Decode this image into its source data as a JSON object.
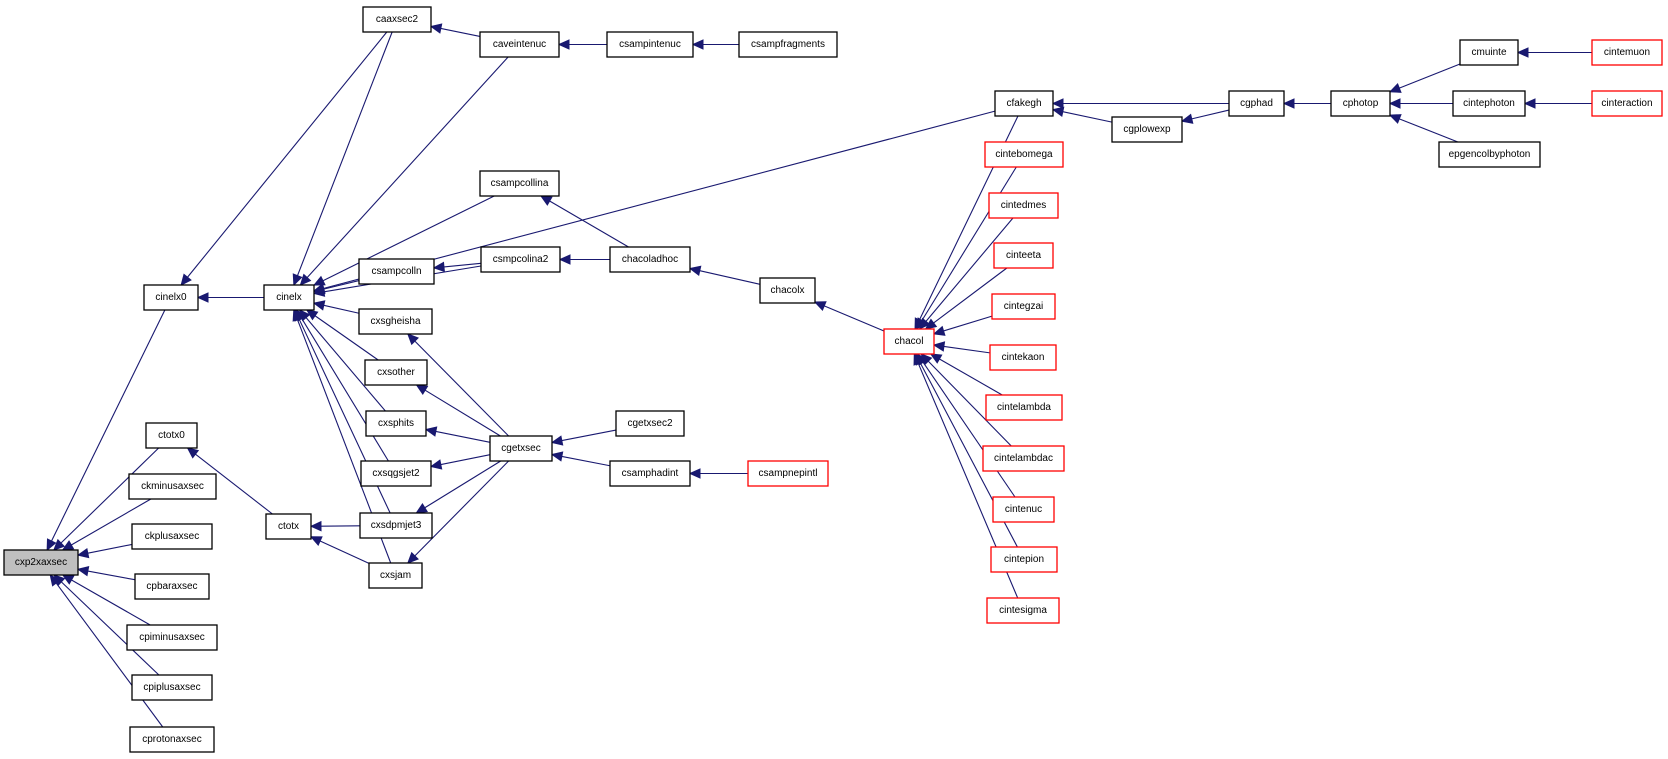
{
  "colors": {
    "edge": "#191970",
    "root_fill": "#bfbfbf",
    "normal_border": "#000000",
    "truncated_border": "#ff0000"
  },
  "nodes": {
    "cxp2xaxsec": "cxp2xaxsec",
    "cinelx0": "cinelx0",
    "ctotx0": "ctotx0",
    "ckminusaxsec": "ckminusaxsec",
    "ckplusaxsec": "ckplusaxsec",
    "cpbaraxsec": "cpbaraxsec",
    "cpiminusaxsec": "cpiminusaxsec",
    "cpiplusaxsec": "cpiplusaxsec",
    "cprotonaxsec": "cprotonaxsec",
    "cinelx": "cinelx",
    "ctotx": "ctotx",
    "caaxsec2": "caaxsec2",
    "caveintenuc": "caveintenuc",
    "csampintenuc": "csampintenuc",
    "csampfragments": "csampfragments",
    "csampcollina": "csampcollina",
    "csmpcolina2": "csmpcolina2",
    "csampcolln": "csampcolln",
    "cxsgheisha": "cxsgheisha",
    "cxsother": "cxsother",
    "cxsphits": "cxsphits",
    "cxsqgsjet2": "cxsqgsjet2",
    "cxsdpmjet3": "cxsdpmjet3",
    "cxsjam": "cxsjam",
    "cgetxsec": "cgetxsec",
    "cgetxsec2": "cgetxsec2",
    "csamphadint": "csamphadint",
    "csampnepintl": "csampnepintl",
    "chacoladhoc": "chacoladhoc",
    "chacolx": "chacolx",
    "chacol": "chacol",
    "cfakegh": "cfakegh",
    "cgplowexp": "cgplowexp",
    "cgphad": "cgphad",
    "cphotop": "cphotop",
    "cmuinte": "cmuinte",
    "cintemuon": "cintemuon",
    "cintephoton": "cintephoton",
    "cinteraction": "cinteraction",
    "epgencolbyphoton": "epgencolbyphoton",
    "cintebomega": "cintebomega",
    "cintedmes": "cintedmes",
    "cinteeta": "cinteeta",
    "cintegzai": "cintegzai",
    "cintekaon": "cintekaon",
    "cintelambda": "cintelambda",
    "cintelambdac": "cintelambdac",
    "cintenuc": "cintenuc",
    "cintepion": "cintepion",
    "cintesigma": "cintesigma"
  },
  "edges": [
    [
      "cinelx0",
      "cxp2xaxsec"
    ],
    [
      "ctotx0",
      "cxp2xaxsec"
    ],
    [
      "ckminusaxsec",
      "cxp2xaxsec"
    ],
    [
      "ckplusaxsec",
      "cxp2xaxsec"
    ],
    [
      "cpbaraxsec",
      "cxp2xaxsec"
    ],
    [
      "cpiminusaxsec",
      "cxp2xaxsec"
    ],
    [
      "cpiplusaxsec",
      "cxp2xaxsec"
    ],
    [
      "cprotonaxsec",
      "cxp2xaxsec"
    ],
    [
      "caaxsec2",
      "cinelx0"
    ],
    [
      "cinelx",
      "cinelx0"
    ],
    [
      "ctotx",
      "ctotx0"
    ],
    [
      "caaxsec2",
      "cinelx"
    ],
    [
      "caveintenuc",
      "cinelx"
    ],
    [
      "cfakegh",
      "cinelx"
    ],
    [
      "csampcollina",
      "cinelx"
    ],
    [
      "csmpcolina2",
      "cinelx"
    ],
    [
      "csampcolln",
      "cinelx"
    ],
    [
      "cxsgheisha",
      "cinelx"
    ],
    [
      "cxsother",
      "cinelx"
    ],
    [
      "cxsphits",
      "cinelx"
    ],
    [
      "cxsqgsjet2",
      "cinelx"
    ],
    [
      "cxsdpmjet3",
      "cinelx"
    ],
    [
      "cxsjam",
      "cinelx"
    ],
    [
      "cxsdpmjet3",
      "ctotx"
    ],
    [
      "cxsjam",
      "ctotx"
    ],
    [
      "caveintenuc",
      "caaxsec2"
    ],
    [
      "csampintenuc",
      "caveintenuc"
    ],
    [
      "csampfragments",
      "csampintenuc"
    ],
    [
      "chacoladhoc",
      "csampcollina"
    ],
    [
      "chacoladhoc",
      "csmpcolina2"
    ],
    [
      "csmpcolina2",
      "csampcolln"
    ],
    [
      "cgetxsec",
      "cxsgheisha"
    ],
    [
      "cgetxsec",
      "cxsother"
    ],
    [
      "cgetxsec",
      "cxsphits"
    ],
    [
      "cgetxsec",
      "cxsqgsjet2"
    ],
    [
      "cgetxsec",
      "cxsdpmjet3"
    ],
    [
      "cgetxsec",
      "cxsjam"
    ],
    [
      "cgetxsec2",
      "cgetxsec"
    ],
    [
      "csamphadint",
      "cgetxsec"
    ],
    [
      "csampnepintl",
      "csamphadint"
    ],
    [
      "chacolx",
      "chacoladhoc"
    ],
    [
      "chacol",
      "chacolx"
    ],
    [
      "cfakegh",
      "chacol"
    ],
    [
      "cintebomega",
      "chacol"
    ],
    [
      "cintedmes",
      "chacol"
    ],
    [
      "cinteeta",
      "chacol"
    ],
    [
      "cintegzai",
      "chacol"
    ],
    [
      "cintekaon",
      "chacol"
    ],
    [
      "cintelambda",
      "chacol"
    ],
    [
      "cintelambdac",
      "chacol"
    ],
    [
      "cintenuc",
      "chacol"
    ],
    [
      "cintepion",
      "chacol"
    ],
    [
      "cintesigma",
      "chacol"
    ],
    [
      "cgphad",
      "cfakegh"
    ],
    [
      "cgplowexp",
      "cfakegh"
    ],
    [
      "cgphad",
      "cgplowexp"
    ],
    [
      "cphotop",
      "cgphad"
    ],
    [
      "cmuinte",
      "cphotop"
    ],
    [
      "cintephoton",
      "cphotop"
    ],
    [
      "epgencolbyphoton",
      "cphotop"
    ],
    [
      "cintemuon",
      "cmuinte"
    ],
    [
      "cinteraction",
      "cintephoton"
    ]
  ]
}
